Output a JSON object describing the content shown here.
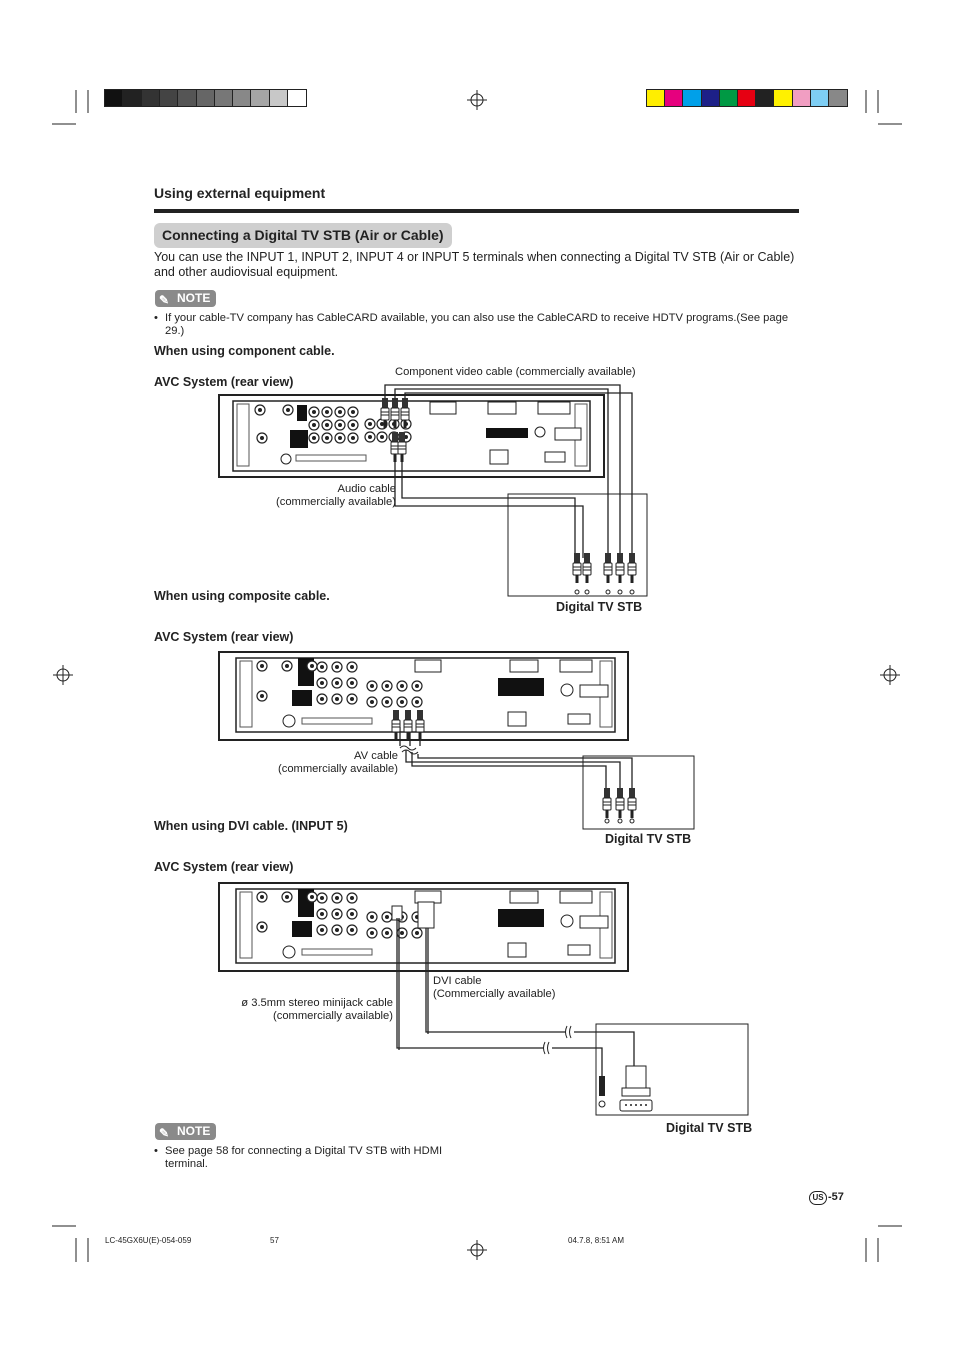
{
  "header": {
    "section": "Using external equipment"
  },
  "title": "Connecting a Digital TV STB (Air or Cable)",
  "intro": "You can use the INPUT 1, INPUT 2, INPUT 4 or INPUT 5 terminals when connecting a Digital TV STB (Air or Cable) and other audiovisual equipment.",
  "note_label": "NOTE",
  "note1": "If your cable-TV company has CableCARD available, you can also use the CableCARD to receive HDTV programs.(See page 29.)",
  "section1": {
    "heading": "When using component cable.",
    "avc_label": "AVC System (rear view)",
    "cable_label": "Component video cable (commercially available)",
    "audio_cable_line1": "Audio cable",
    "audio_cable_line2": "(commercially available)",
    "stb_label": "Digital TV STB"
  },
  "section2": {
    "heading": "When using composite cable.",
    "avc_label": "AVC System (rear view)",
    "cable_line1": "AV cable",
    "cable_line2": "(commercially available)",
    "stb_label": "Digital TV STB"
  },
  "section3": {
    "heading": "When using DVI cable. (INPUT 5)",
    "avc_label": "AVC System (rear view)",
    "dvi_line1": "DVI cable",
    "dvi_line2": "(Commercially available)",
    "minijack_line1": "ø 3.5mm stereo minijack cable",
    "minijack_line2": "(commercially available)",
    "stb_label": "Digital TV STB"
  },
  "note2": "See page 58 for connecting a Digital TV STB with HDMI terminal.",
  "page_number": "-57",
  "region_badge": "US",
  "footer": {
    "file": "LC-45GX6U(E)-054-059",
    "page": "57",
    "date": "04.7.8, 8:51 AM"
  },
  "colors": {
    "gray_bar": [
      "#111111",
      "#222222",
      "#333333",
      "#444444",
      "#555555",
      "#666666",
      "#777777",
      "#888888",
      "#a5a5a5",
      "#c8c8c8",
      "#ffffff"
    ],
    "color_bar": [
      "#ffee00",
      "#e6007e",
      "#00a0e9",
      "#1d2088",
      "#009944",
      "#e60012",
      "#222222",
      "#fff100",
      "#f19ec2",
      "#7ecef4",
      "#888888"
    ],
    "note_badge": "#8a8a8a",
    "title_pill": "#cfcfcf"
  }
}
